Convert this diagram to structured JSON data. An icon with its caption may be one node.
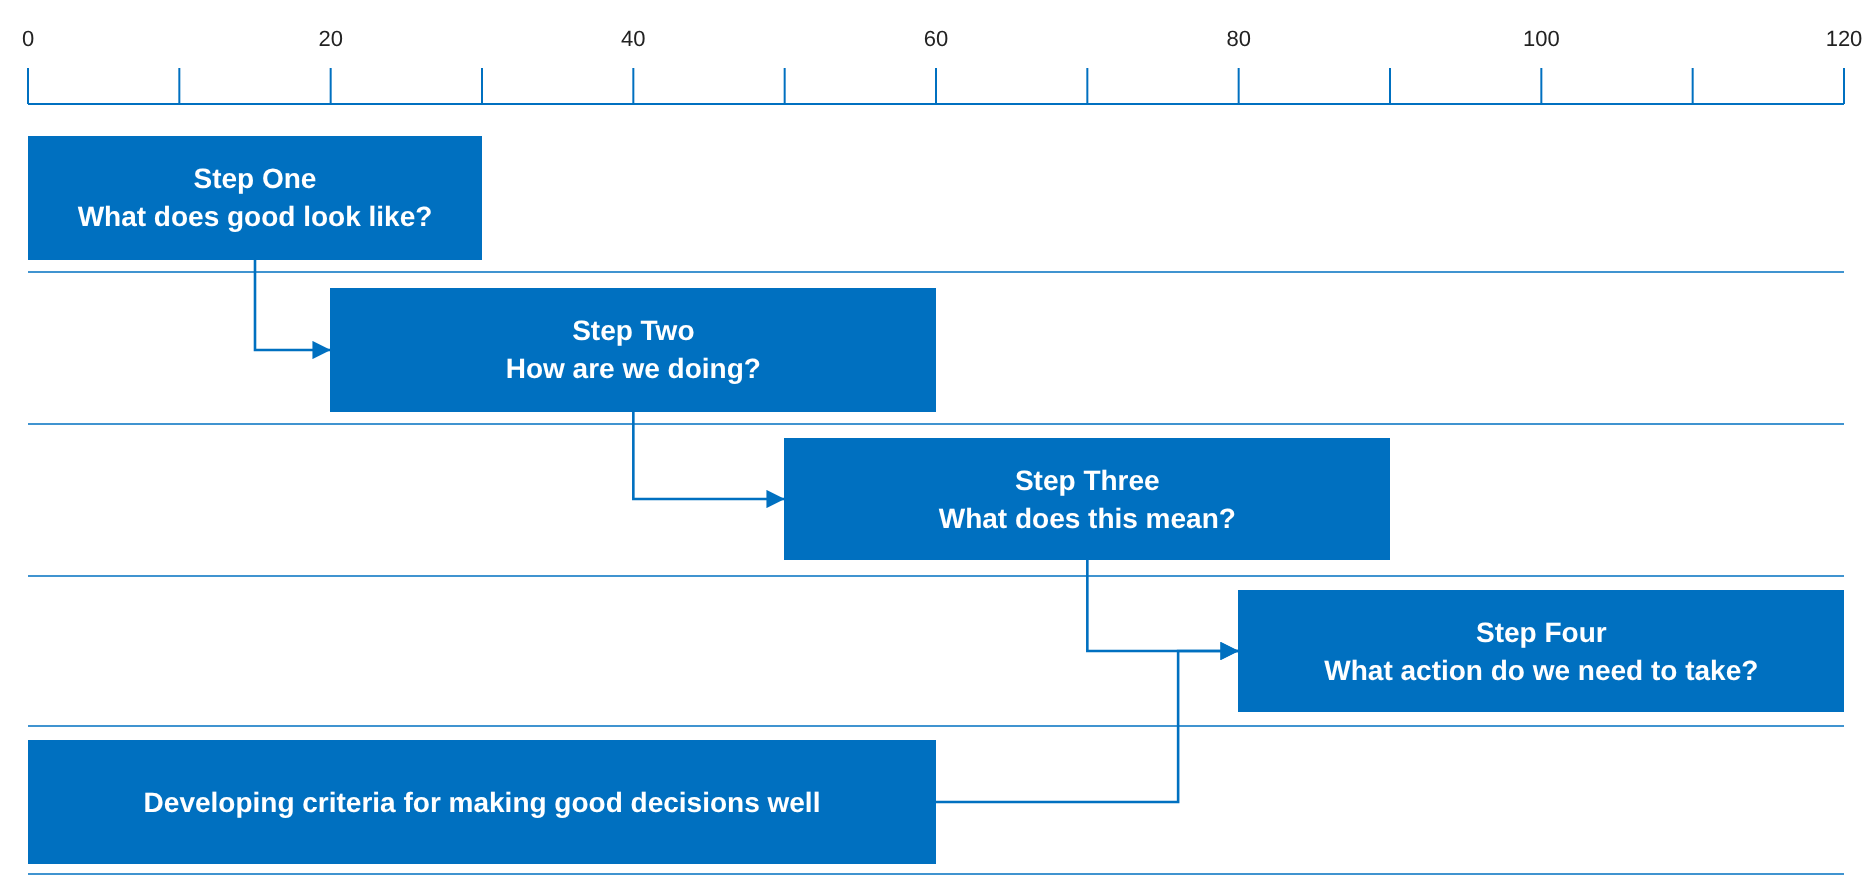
{
  "diagram": {
    "nodes": [
      {
        "text": [
          "Step One",
          "What does good look like?"
        ]
      },
      {
        "text": [
          "Step Two",
          "How are we doing?"
        ]
      },
      {
        "text": [
          "Step Three",
          "What does this mean?"
        ]
      },
      {
        "text": [
          "Step Four",
          "What action do we need to take?"
        ]
      },
      {
        "text": [
          "Developing criteria for making good decisions well"
        ]
      }
    ],
    "edges": [
      {
        "from": 0,
        "to": 1,
        "arrow": "to"
      },
      {
        "from": 1,
        "to": 2,
        "arrow": "to"
      },
      {
        "from": 2,
        "to": 3,
        "arrow": "to"
      },
      {
        "from": 4,
        "to": 3,
        "arrow": "to"
      }
    ],
    "labels": [
      "0",
      "20",
      "40",
      "60",
      "80",
      "100",
      "120"
    ]
  }
}
